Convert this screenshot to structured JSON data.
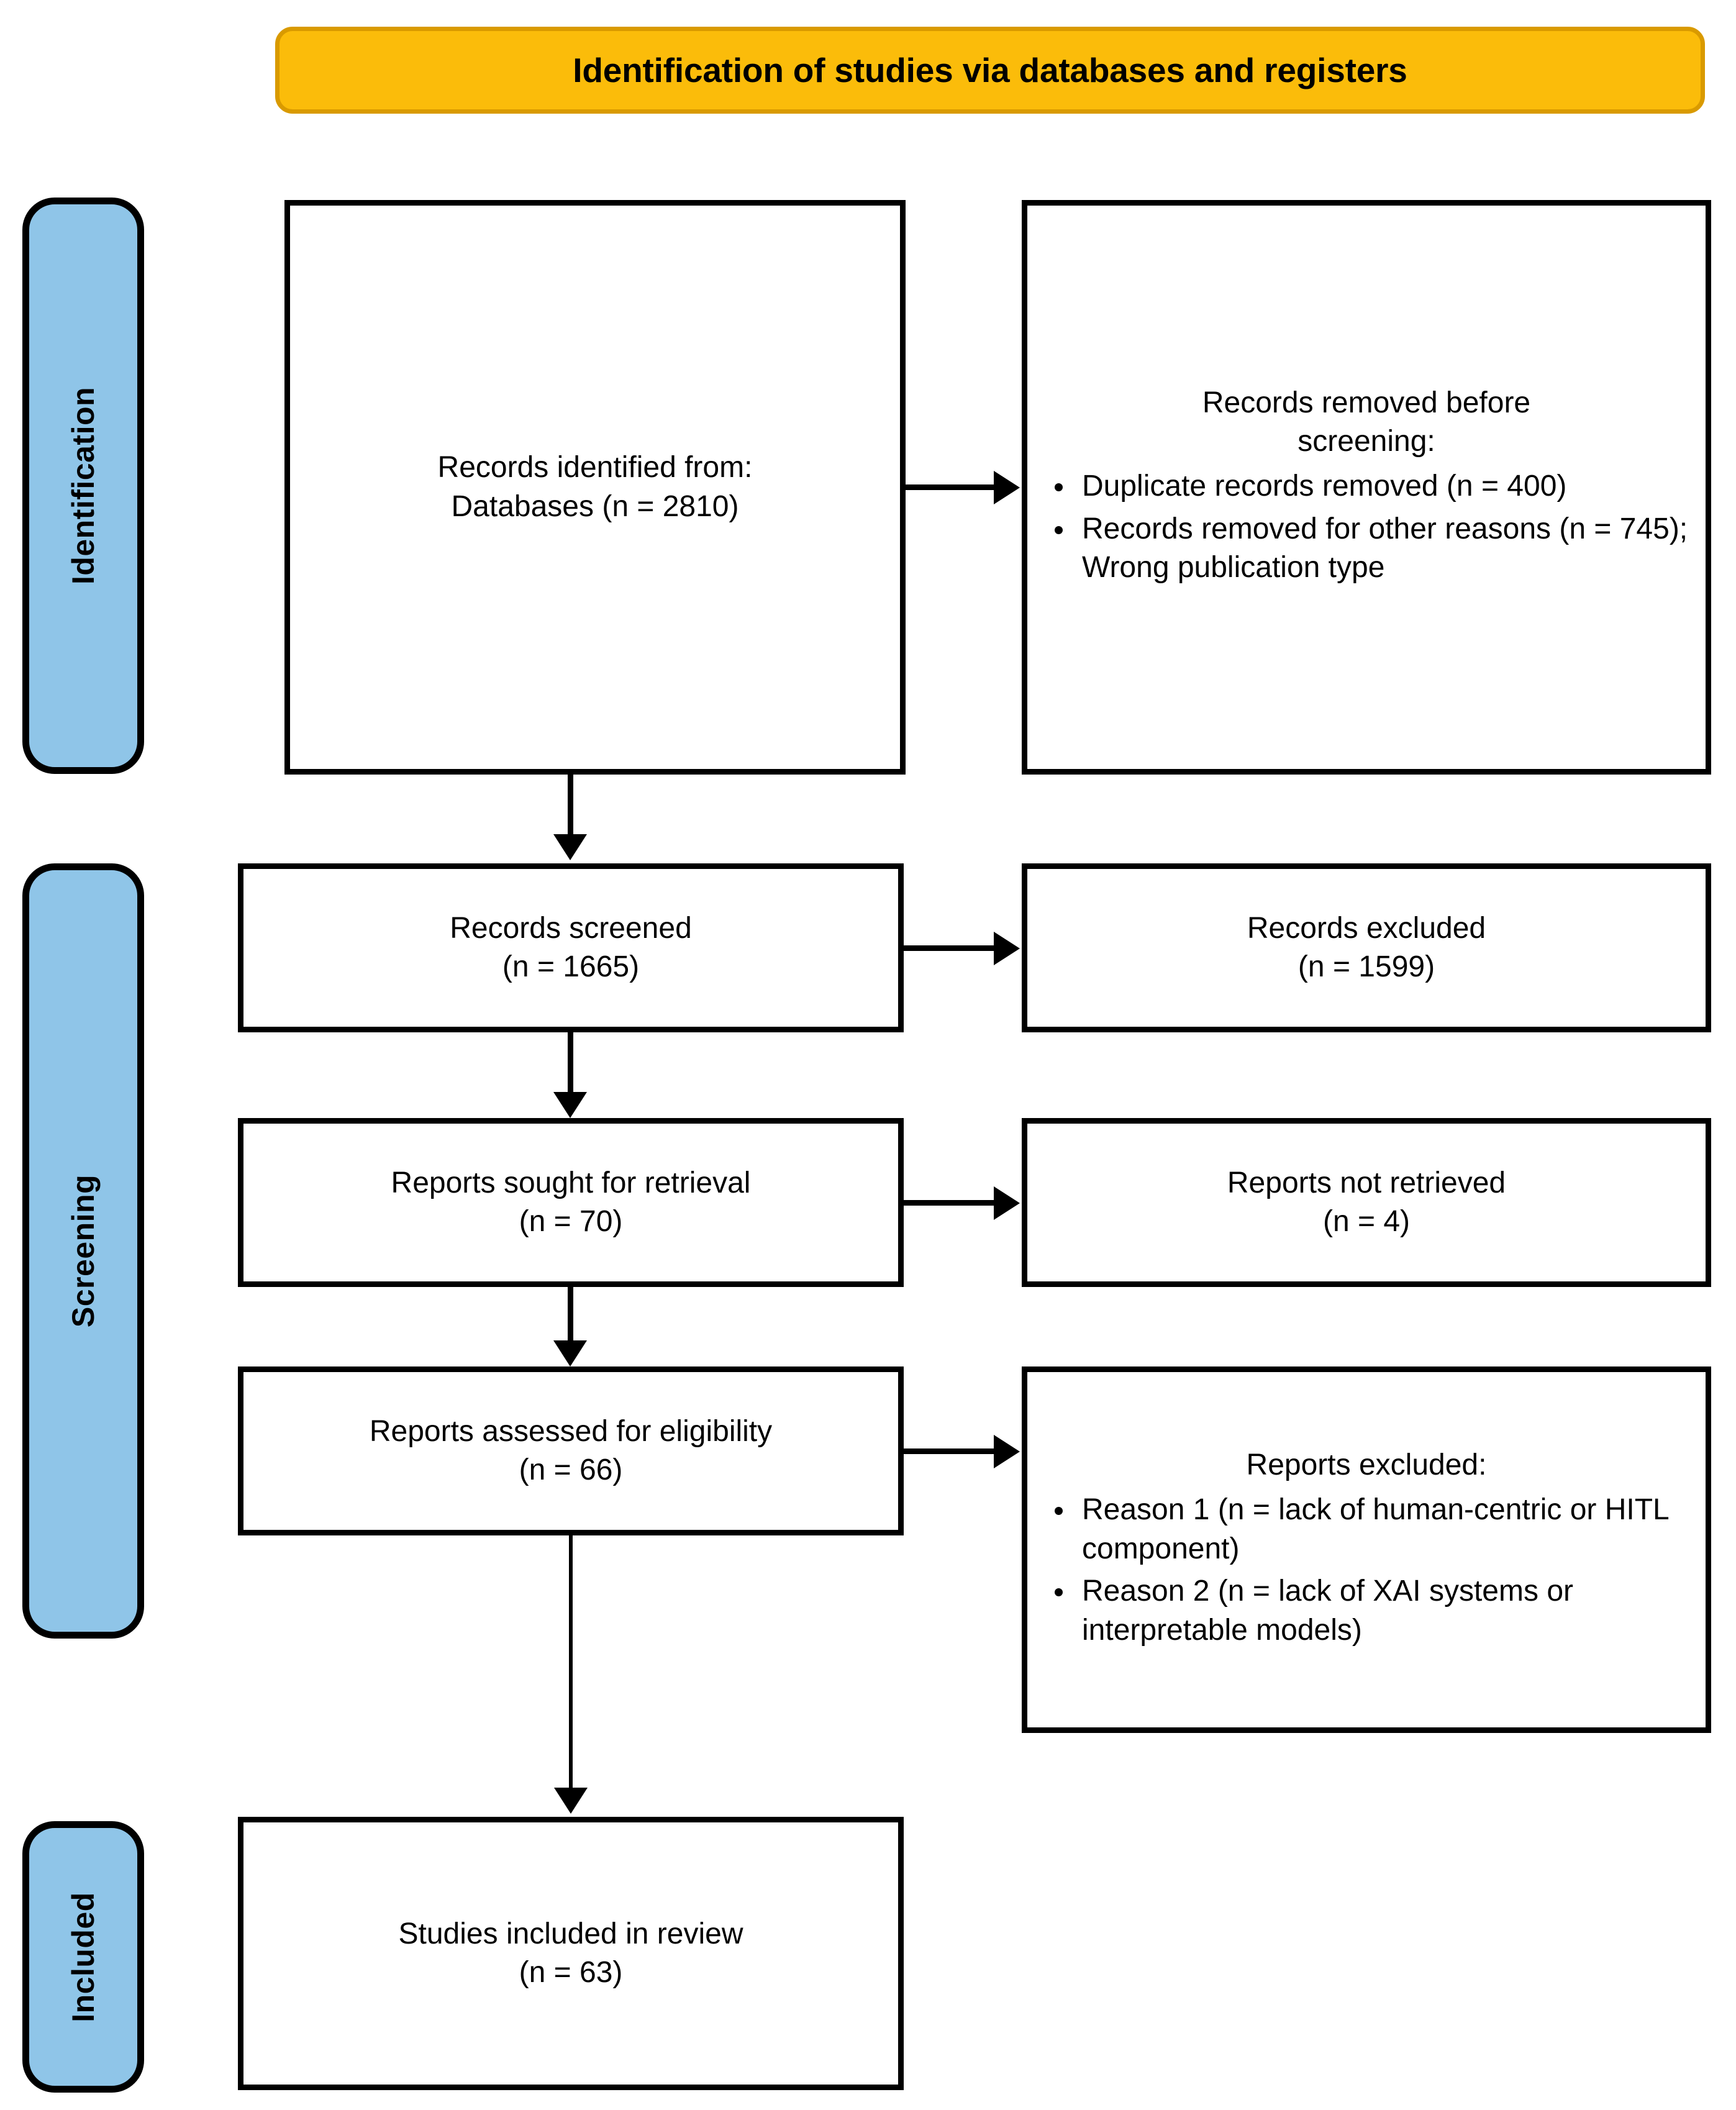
{
  "diagram": {
    "type": "prisma-flow-diagram",
    "header": {
      "title": "Identification of studies via databases and registers",
      "fill_color": "#FBBC0A",
      "border_color": "#D99A00"
    },
    "stage_label_color": "#8FC5E8",
    "stages": [
      {
        "id": "identification",
        "label": "Identification"
      },
      {
        "id": "screening",
        "label": "Screening"
      },
      {
        "id": "included",
        "label": "Included"
      }
    ],
    "boxes": {
      "identified": {
        "line1": "Records identified from:",
        "line2": "Databases (n = 2810)"
      },
      "removed_before_screening": {
        "heading_line1": "Records removed before",
        "heading_line2": "screening:",
        "bullets": [
          "Duplicate records removed (n = 400)",
          "Records removed for other reasons (n = 745); Wrong publication type"
        ]
      },
      "records_screened": {
        "line1": "Records screened",
        "line2": "(n = 1665)"
      },
      "records_excluded": {
        "line1": "Records excluded",
        "line2": "(n = 1599)"
      },
      "reports_sought": {
        "line1": "Reports sought for retrieval",
        "line2": "(n = 70)"
      },
      "reports_not_retrieved": {
        "line1": "Reports not retrieved",
        "line2": "(n = 4)"
      },
      "reports_assessed": {
        "line1": "Reports assessed for eligibility",
        "line2": "(n = 66)"
      },
      "reports_excluded": {
        "heading": "Reports excluded:",
        "bullets": [
          "Reason 1 (n = lack of human-centric or HITL component)",
          "Reason 2 (n = lack of XAI systems or interpretable models)"
        ]
      },
      "studies_included": {
        "line1": "Studies included in review",
        "line2": "(n = 63)"
      }
    },
    "flow_counts": {
      "records_identified_databases": 2810,
      "duplicate_records_removed": 400,
      "records_removed_other_reasons": 745,
      "records_screened": 1665,
      "records_excluded": 1599,
      "reports_sought_for_retrieval": 70,
      "reports_not_retrieved": 4,
      "reports_assessed_for_eligibility": 66,
      "studies_included_in_review": 63
    }
  }
}
